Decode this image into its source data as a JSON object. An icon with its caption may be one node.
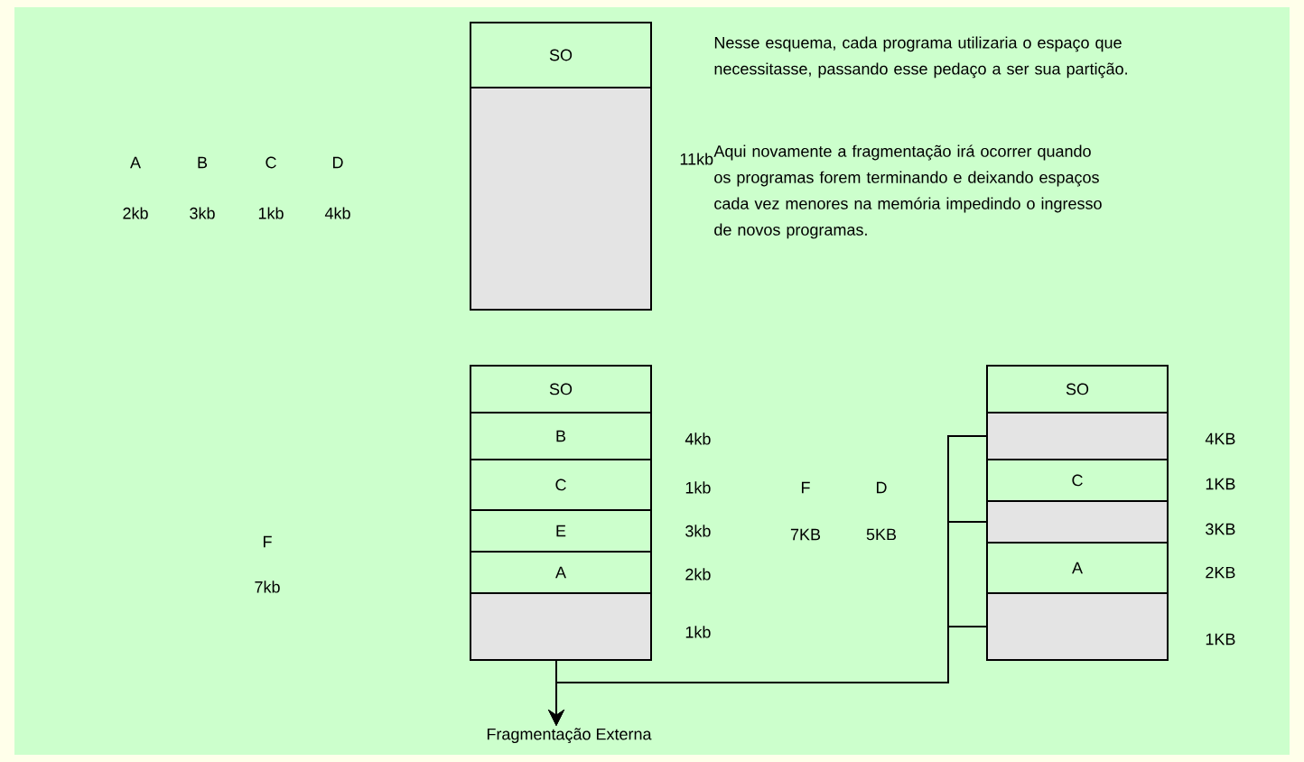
{
  "diagram": {
    "nodes": [
      {
        "text": [
          "SO"
        ]
      },
      {
        "text": [],
        "shape": "box",
        "beside": [
          "11kb"
        ]
      },
      {
        "text": [
          "SO"
        ]
      },
      {
        "text": [
          "B"
        ],
        "beside": [
          "4kb"
        ]
      },
      {
        "text": [
          "C"
        ],
        "beside": [
          "1kb"
        ]
      },
      {
        "text": [
          "E"
        ],
        "beside": [
          "3kb"
        ]
      },
      {
        "text": [
          "A"
        ],
        "beside": [
          "2kb"
        ]
      },
      {
        "text": [],
        "shape": "box",
        "beside": [
          "1kb"
        ]
      },
      {
        "text": [
          "SO"
        ]
      },
      {
        "text": [],
        "shape": "box",
        "beside": [
          "4KB"
        ]
      },
      {
        "text": [
          "C"
        ],
        "beside": [
          "1KB"
        ]
      },
      {
        "text": [],
        "shape": "box",
        "beside": [
          "3KB"
        ]
      },
      {
        "text": [
          "A"
        ],
        "beside": [
          "2KB"
        ]
      },
      {
        "text": [],
        "shape": "box",
        "beside": [
          "1KB"
        ]
      },
      {
        "text": [
          "Fragmentação Externa"
        ]
      }
    ],
    "edges": [
      {
        "from": 7,
        "to": 14,
        "arrow": "to"
      },
      {
        "from": 9,
        "to": 14,
        "arrow": "to"
      },
      {
        "from": 11,
        "to": 14,
        "arrow": "to"
      },
      {
        "from": 13,
        "to": 14,
        "arrow": "to"
      }
    ],
    "labels": [
      "A",
      "B",
      "C",
      "D",
      "2kb",
      "3kb",
      "1kb",
      "4kb",
      "Nesse esquema, cada programa utilizaria o espaço que necessitasse, passando esse pedaço a ser sua partição.",
      "Aqui novamente a fragmentação irá ocorrer quando os programas forem terminando e deixando espaços cada vez menores na memória impedindo o ingresso de novos programas.",
      "F",
      "7kb",
      "F",
      "D",
      "7KB",
      "5KB"
    ]
  }
}
